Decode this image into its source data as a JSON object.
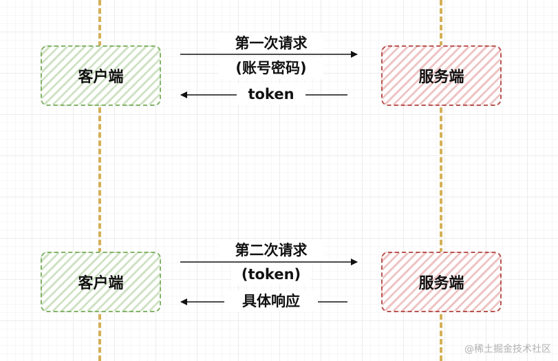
{
  "nodes": {
    "client_1": "客户端",
    "server_1": "服务端",
    "client_2": "客户端",
    "server_2": "服务端"
  },
  "messages": {
    "request_1_line1": "第一次请求",
    "request_1_line2": "(账号密码)",
    "response_1": "token",
    "request_2_line1": "第二次请求",
    "request_2_line2": "(token)",
    "response_2": "具体响应"
  },
  "watermark": "@稀土掘金技术社区",
  "colors": {
    "client_border": "#82b366",
    "server_border": "#b85450",
    "lifeline": "#d4b057",
    "arrow": "#111111"
  }
}
